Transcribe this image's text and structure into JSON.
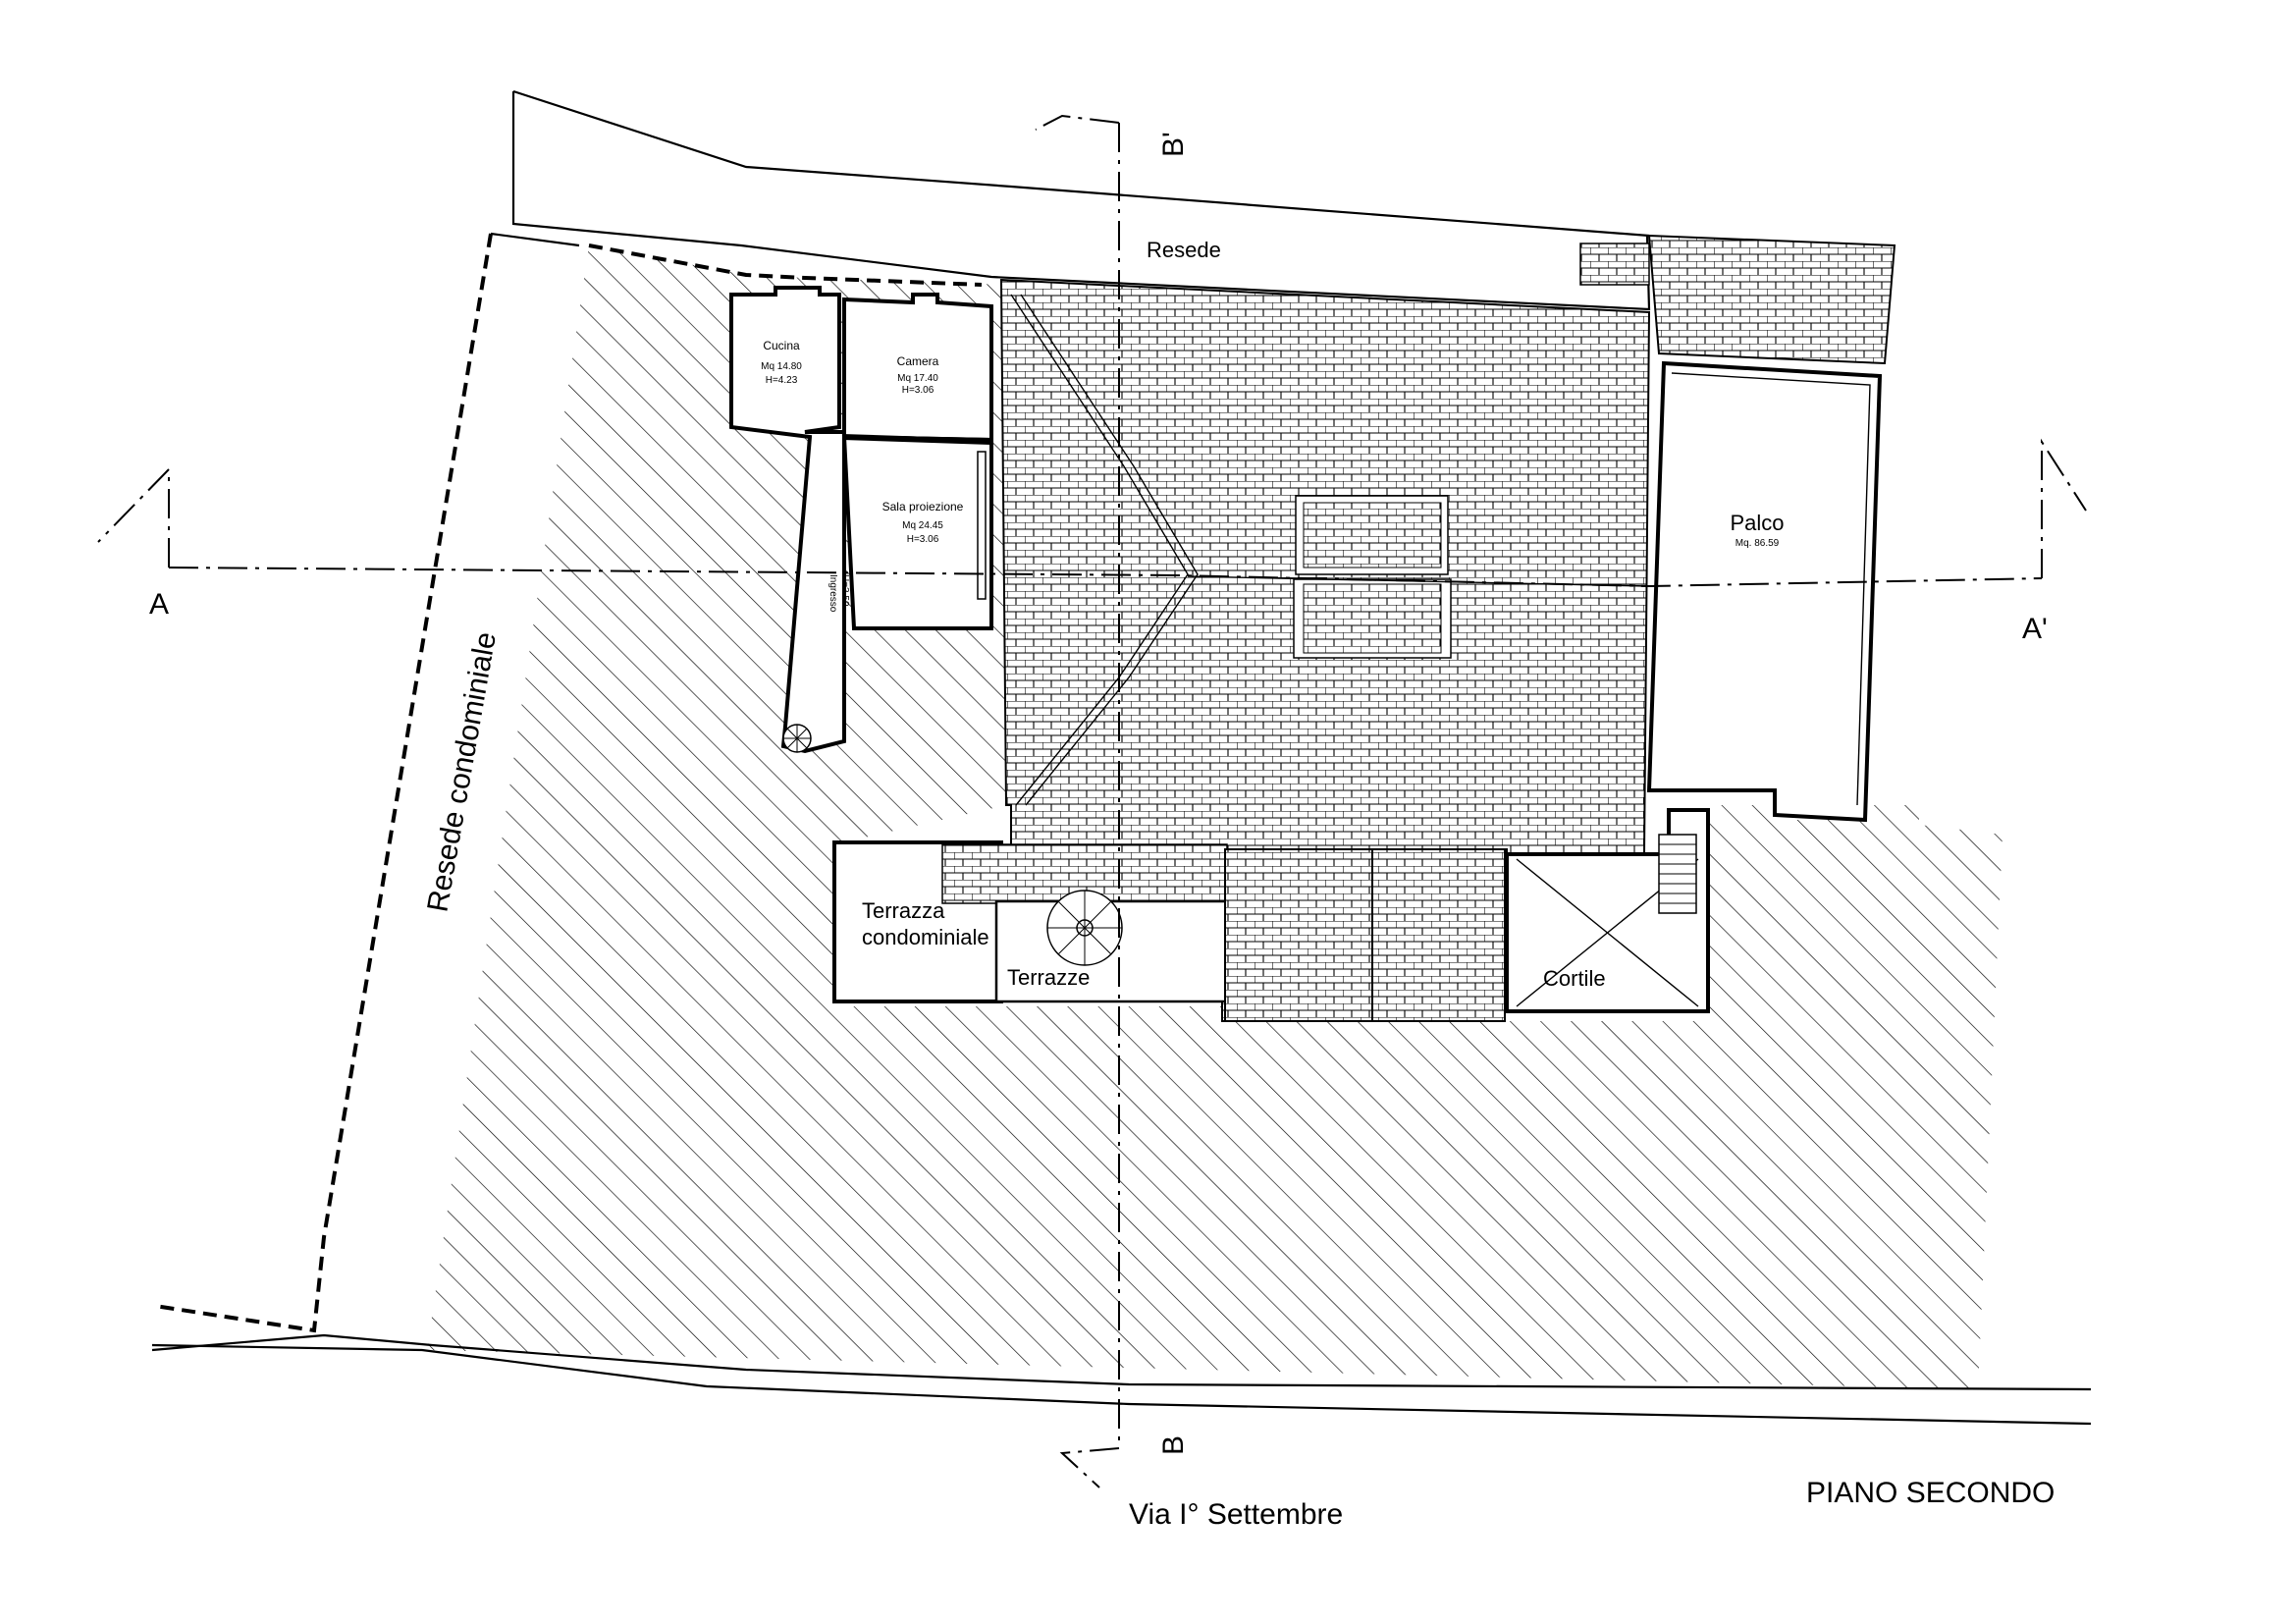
{
  "drawing_title": "PIANO SECONDO",
  "street_label": "Via I° Settembre",
  "shared_yard_label": "Resede condominiale",
  "yard_label": "Resede",
  "section_marks": {
    "a_left": "A",
    "a_right": "A'",
    "b_bottom": "B",
    "b_top": "B'"
  },
  "rooms": {
    "cucina": {
      "name": "Cucina",
      "area": "Mq 14.80",
      "height": "H=4.23"
    },
    "camera": {
      "name": "Camera",
      "area": "Mq 17.40",
      "height": "H=3.06"
    },
    "sala": {
      "name": "Sala proiezione",
      "area": "Mq 24.45",
      "height": "H=3.06"
    },
    "ingresso": {
      "name": "Ingresso",
      "height": "H=3.50"
    },
    "palco": {
      "name": "Palco",
      "area": "Mq. 86.59"
    },
    "terrazza_condominiale": {
      "line1": "Terrazza",
      "line2": "condominiale"
    },
    "terrazze": {
      "name": "Terrazze"
    },
    "cortile": {
      "name": "Cortile"
    }
  },
  "colors": {
    "ink": "#000000",
    "paper": "#ffffff"
  }
}
